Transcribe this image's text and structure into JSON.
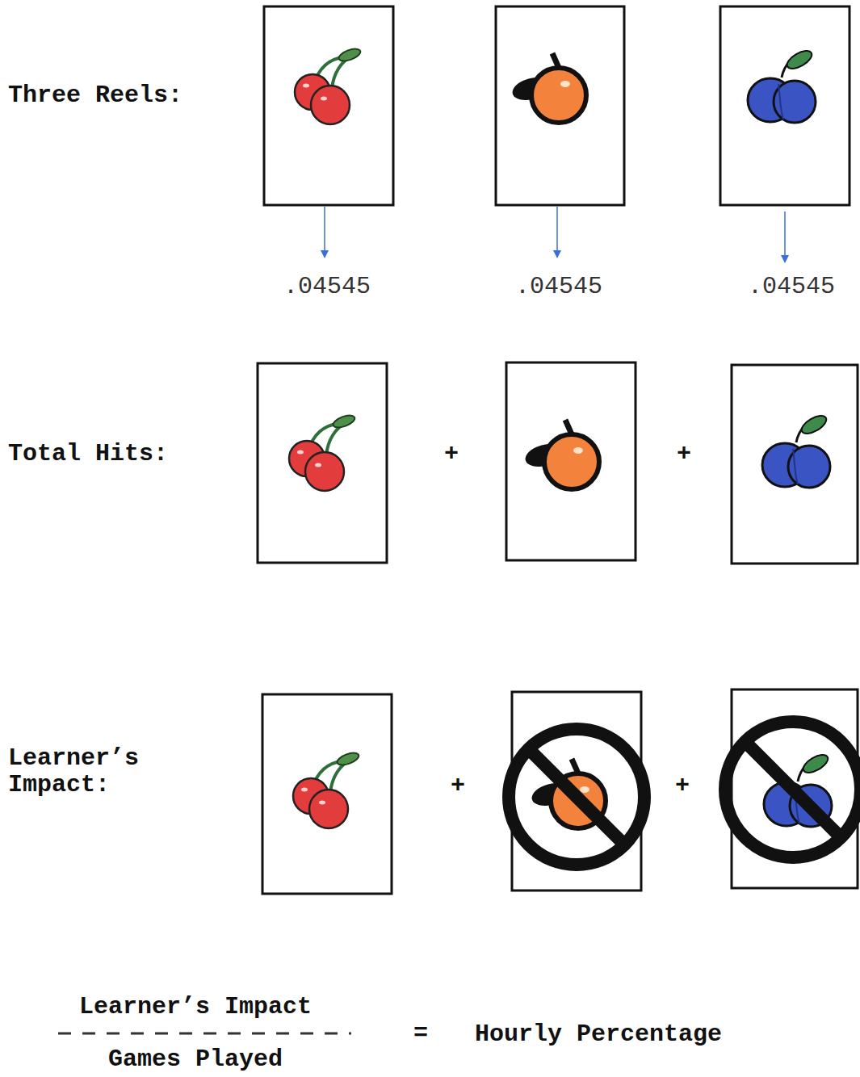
{
  "diagram": {
    "labels": [
      "Three Reels:",
      ".04545",
      ".04545",
      ".04545",
      "Total Hits:",
      "+",
      "+",
      "Learner’s Impact:",
      "+",
      "+",
      "Learner’s Impact",
      "Games Played",
      "=",
      "Hourly Percentage"
    ]
  }
}
